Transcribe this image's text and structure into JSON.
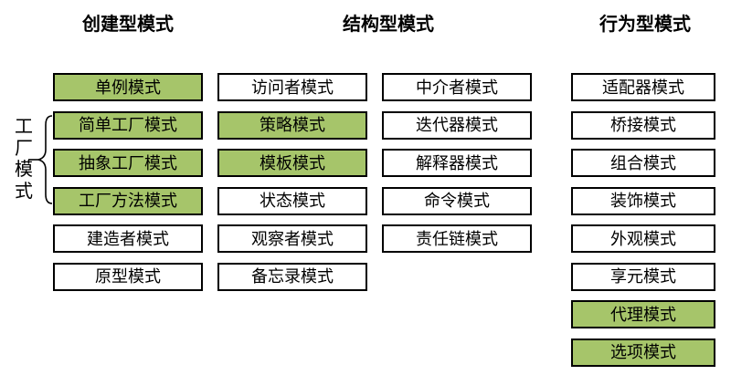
{
  "colors": {
    "highlight_fill": "#a6c56a",
    "box_border": "#000000",
    "background": "#ffffff",
    "text": "#000000"
  },
  "headers": {
    "creational": "创建型模式",
    "structural": "结构型模式",
    "behavioral": "行为型模式"
  },
  "factory_group": {
    "label": "工厂模式",
    "brace_icon": "curly-brace-left"
  },
  "columns": {
    "creational": {
      "items": [
        {
          "label": "单例模式",
          "highlight": true
        },
        {
          "label": "简单工厂模式",
          "highlight": true
        },
        {
          "label": "抽象工厂模式",
          "highlight": true
        },
        {
          "label": "工厂方法模式",
          "highlight": true
        },
        {
          "label": "建造者模式",
          "highlight": false
        },
        {
          "label": "原型模式",
          "highlight": false
        }
      ]
    },
    "structural_left": {
      "items": [
        {
          "label": "访问者模式",
          "highlight": false
        },
        {
          "label": "策略模式",
          "highlight": true
        },
        {
          "label": "模板模式",
          "highlight": true
        },
        {
          "label": "状态模式",
          "highlight": false
        },
        {
          "label": "观察者模式",
          "highlight": false
        },
        {
          "label": "备忘录模式",
          "highlight": false
        }
      ]
    },
    "structural_right": {
      "items": [
        {
          "label": "中介者模式",
          "highlight": false
        },
        {
          "label": "迭代器模式",
          "highlight": false
        },
        {
          "label": "解释器模式",
          "highlight": false
        },
        {
          "label": "命令模式",
          "highlight": false
        },
        {
          "label": "责任链模式",
          "highlight": false
        }
      ]
    },
    "behavioral": {
      "items": [
        {
          "label": "适配器模式",
          "highlight": false
        },
        {
          "label": "桥接模式",
          "highlight": false
        },
        {
          "label": "组合模式",
          "highlight": false
        },
        {
          "label": "装饰模式",
          "highlight": false
        },
        {
          "label": "外观模式",
          "highlight": false
        },
        {
          "label": "享元模式",
          "highlight": false
        },
        {
          "label": "代理模式",
          "highlight": true
        },
        {
          "label": "选项模式",
          "highlight": true
        }
      ]
    }
  }
}
